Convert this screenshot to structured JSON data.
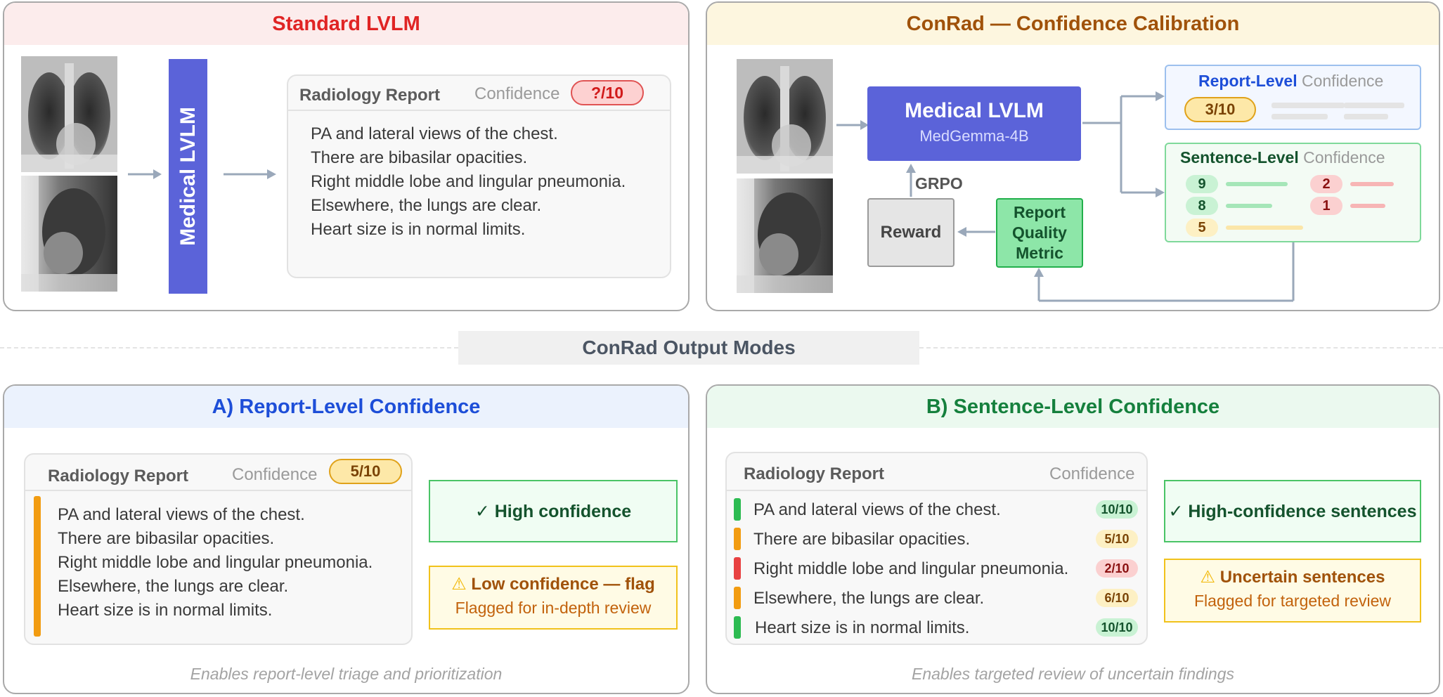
{
  "standard": {
    "title": "Standard LVLM",
    "model_label": "Medical LVLM",
    "report_title": "Radiology Report",
    "confidence_label": "Confidence",
    "confidence_value": "?/10",
    "lines": [
      "PA and lateral views of the chest.",
      "There are bibasilar opacities.",
      "Right middle lobe and lingular pneumonia.",
      "Elsewhere, the lungs are clear.",
      "Heart size is in normal limits."
    ]
  },
  "conrad": {
    "title": "ConRad — Confidence Calibration",
    "model_title": "Medical LVLM",
    "model_sub": "MedGemma-4B",
    "grpo": "GRPO",
    "reward": "Reward",
    "metric": "Report Quality Metric",
    "report_level_a": "Report-Level",
    "report_level_b": "Confidence",
    "report_level_value": "3/10",
    "sentence_level_a": "Sentence-Level",
    "sentence_level_b": "Confidence",
    "sentence_scores": [
      "9",
      "8",
      "5",
      "2",
      "1"
    ]
  },
  "divider": {
    "label": "ConRad Output Modes"
  },
  "panelA": {
    "title": "A) Report-Level Confidence",
    "report_title": "Radiology Report",
    "confidence_label": "Confidence",
    "confidence_value": "5/10",
    "lines": [
      "PA and lateral views of the chest.",
      "There are bibasilar opacities.",
      "Right middle lobe and lingular pneumonia.",
      "Elsewhere, the lungs are clear.",
      "Heart size is in normal limits."
    ],
    "high": "✓ High confidence",
    "low_title": "Low confidence — flag",
    "low_sub": "Flagged for in-depth review",
    "caption": "Enables report-level triage and prioritization"
  },
  "panelB": {
    "title": "B) Sentence-Level Confidence",
    "report_title": "Radiology Report",
    "confidence_label": "Confidence",
    "rows": [
      {
        "text": "PA and lateral views of the chest.",
        "score": "10/10"
      },
      {
        "text": "There are bibasilar opacities.",
        "score": "5/10"
      },
      {
        "text": "Right middle lobe and lingular pneumonia.",
        "score": "2/10"
      },
      {
        "text": "Elsewhere, the lungs are clear.",
        "score": "6/10"
      },
      {
        "text": "Heart size is in normal limits.",
        "score": "10/10"
      }
    ],
    "high": "✓ High-confidence sentences",
    "low_title": "Uncertain sentences",
    "low_sub": "Flagged for targeted review",
    "caption": "Enables targeted review of uncertain findings"
  },
  "colors": {
    "red": "#e02424",
    "brown": "#a0520a",
    "blue": "#1d4ed8",
    "green": "#15803d",
    "model": "#5b63d9",
    "arrow": "#9aa8ba"
  }
}
